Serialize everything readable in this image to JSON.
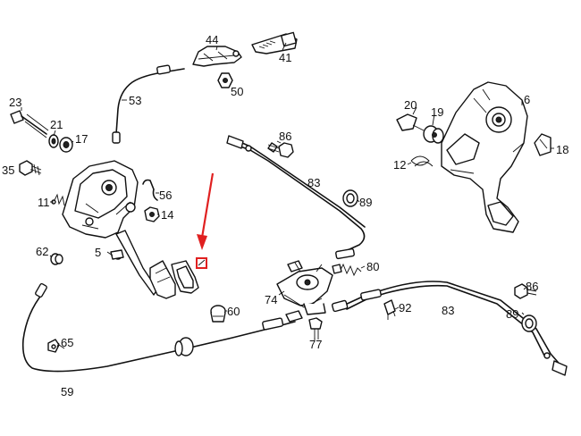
{
  "diagram": {
    "callouts": [
      {
        "key": "c44",
        "text": "44"
      },
      {
        "key": "c41",
        "text": "41"
      },
      {
        "key": "c50",
        "text": "50"
      },
      {
        "key": "c53",
        "text": "53"
      },
      {
        "key": "c23",
        "text": "23"
      },
      {
        "key": "c21",
        "text": "21"
      },
      {
        "key": "c17",
        "text": "17"
      },
      {
        "key": "c35",
        "text": "35"
      },
      {
        "key": "c11",
        "text": "11"
      },
      {
        "key": "c56",
        "text": "56"
      },
      {
        "key": "c14",
        "text": "14"
      },
      {
        "key": "c5",
        "text": "5"
      },
      {
        "key": "c62",
        "text": "62"
      },
      {
        "key": "c60",
        "text": "60"
      },
      {
        "key": "c65",
        "text": "65"
      },
      {
        "key": "c59",
        "text": "59"
      },
      {
        "key": "c86a",
        "text": "86"
      },
      {
        "key": "c83a",
        "text": "83"
      },
      {
        "key": "c89a",
        "text": "89"
      },
      {
        "key": "c80",
        "text": "80"
      },
      {
        "key": "c74",
        "text": "74"
      },
      {
        "key": "c77",
        "text": "77"
      },
      {
        "key": "c92",
        "text": "92"
      },
      {
        "key": "c83b",
        "text": "83"
      },
      {
        "key": "c86b",
        "text": "86"
      },
      {
        "key": "c89b",
        "text": "89"
      },
      {
        "key": "c20",
        "text": "20"
      },
      {
        "key": "c19",
        "text": "19"
      },
      {
        "key": "c6",
        "text": "6"
      },
      {
        "key": "c12",
        "text": "12"
      },
      {
        "key": "c18",
        "text": "18"
      }
    ],
    "highlight_color": "#e02020"
  }
}
